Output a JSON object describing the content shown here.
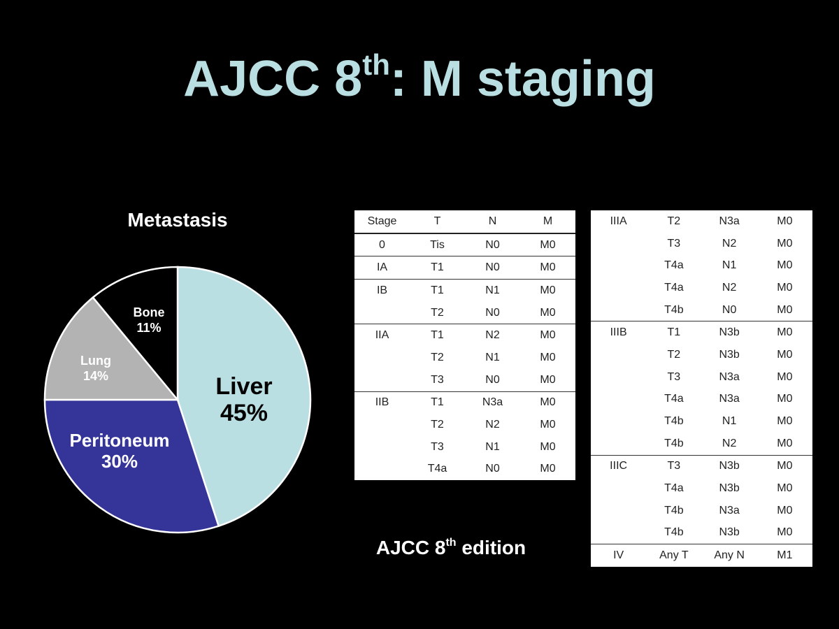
{
  "slide": {
    "title_main": "AJCC 8",
    "title_sup": "th",
    "title_rest": ": M staging",
    "caption_main": "AJCC 8",
    "caption_sup": "th",
    "caption_rest": " edition"
  },
  "chart_data": {
    "type": "pie",
    "title": "Metastasis",
    "slices": [
      {
        "label": "Liver",
        "value": 45,
        "value_label": "45%",
        "color": "#b9dfe3",
        "label_color": "#000000"
      },
      {
        "label": "Peritoneum",
        "value": 30,
        "value_label": "30%",
        "color": "#343499",
        "label_color": "#ffffff"
      },
      {
        "label": "Lung",
        "value": 14,
        "value_label": "14%",
        "color": "#b3b3b3",
        "label_color": "#ffffff"
      },
      {
        "label": "Bone",
        "value": 11,
        "value_label": "11%",
        "color": "#000000",
        "label_color": "#ffffff"
      }
    ],
    "start": "12 o'clock",
    "direction": "clockwise",
    "legend": "none"
  },
  "tables": {
    "headers": [
      "Stage",
      "T",
      "N",
      "M"
    ],
    "left": [
      {
        "stage": "0",
        "rows": [
          [
            "Tis",
            "N0",
            "M0"
          ]
        ]
      },
      {
        "stage": "IA",
        "rows": [
          [
            "T1",
            "N0",
            "M0"
          ]
        ]
      },
      {
        "stage": "IB",
        "rows": [
          [
            "T1",
            "N1",
            "M0"
          ],
          [
            "T2",
            "N0",
            "M0"
          ]
        ]
      },
      {
        "stage": "IIA",
        "rows": [
          [
            "T1",
            "N2",
            "M0"
          ],
          [
            "T2",
            "N1",
            "M0"
          ],
          [
            "T3",
            "N0",
            "M0"
          ]
        ]
      },
      {
        "stage": "IIB",
        "rows": [
          [
            "T1",
            "N3a",
            "M0"
          ],
          [
            "T2",
            "N2",
            "M0"
          ],
          [
            "T3",
            "N1",
            "M0"
          ],
          [
            "T4a",
            "N0",
            "M0"
          ]
        ]
      }
    ],
    "right": [
      {
        "stage": "IIIA",
        "rows": [
          [
            "T2",
            "N3a",
            "M0"
          ],
          [
            "T3",
            "N2",
            "M0"
          ],
          [
            "T4a",
            "N1",
            "M0"
          ],
          [
            "T4a",
            "N2",
            "M0"
          ],
          [
            "T4b",
            "N0",
            "M0"
          ]
        ]
      },
      {
        "stage": "IIIB",
        "rows": [
          [
            "T1",
            "N3b",
            "M0"
          ],
          [
            "T2",
            "N3b",
            "M0"
          ],
          [
            "T3",
            "N3a",
            "M0"
          ],
          [
            "T4a",
            "N3a",
            "M0"
          ],
          [
            "T4b",
            "N1",
            "M0"
          ],
          [
            "T4b",
            "N2",
            "M0"
          ]
        ]
      },
      {
        "stage": "IIIC",
        "rows": [
          [
            "T3",
            "N3b",
            "M0"
          ],
          [
            "T4a",
            "N3b",
            "M0"
          ],
          [
            "T4b",
            "N3a",
            "M0"
          ],
          [
            "T4b",
            "N3b",
            "M0"
          ]
        ]
      },
      {
        "stage": "IV",
        "rows": [
          [
            "Any T",
            "Any N",
            "M1"
          ]
        ]
      }
    ]
  }
}
